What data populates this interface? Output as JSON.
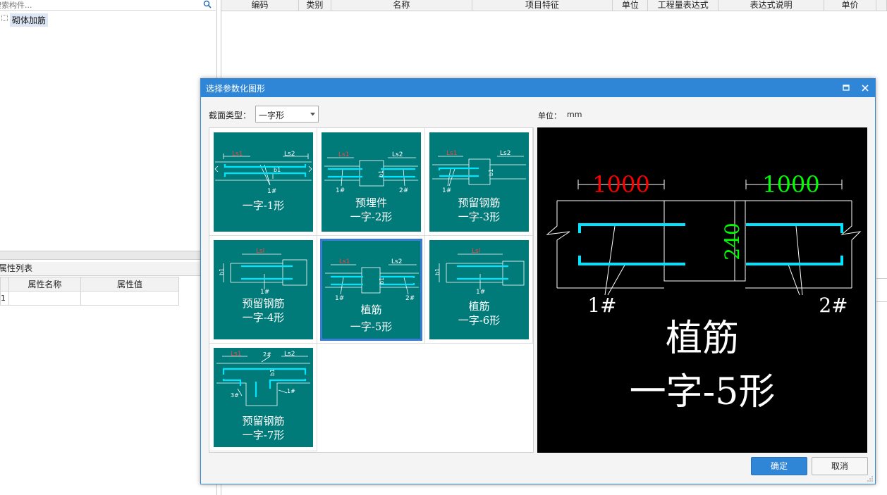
{
  "app": {
    "search": {
      "placeholder": "搜索构件..."
    },
    "tree": {
      "items": [
        {
          "label": "砌体加筋"
        }
      ]
    },
    "props": {
      "title": "属性列表",
      "headers": [
        "属性名称",
        "属性值"
      ],
      "rows": [
        {
          "index": "1",
          "name": "",
          "value": ""
        }
      ]
    },
    "main_table": {
      "headers": [
        "编码",
        "类别",
        "名称",
        "项目特征",
        "单位",
        "工程量表达式",
        "表达式说明",
        "单价"
      ]
    }
  },
  "dialog": {
    "title": "选择参数化图形",
    "section_type_label": "截面类型：",
    "section_type_value": "一字形",
    "unit_label": "单位：",
    "unit_value": "mm",
    "shapes": [
      {
        "line1": "",
        "line2": "一字-1形",
        "selected": false
      },
      {
        "line1": "预埋件",
        "line2": "一字-2形",
        "selected": false
      },
      {
        "line1": "预留钢筋",
        "line2": "一字-3形",
        "selected": false
      },
      {
        "line1": "预留钢筋",
        "line2": "一字-4形",
        "selected": false
      },
      {
        "line1": "植筋",
        "line2": "一字-5形",
        "selected": true
      },
      {
        "line1": "植筋",
        "line2": "一字-6形",
        "selected": false
      },
      {
        "line1": "预留钢筋",
        "line2": "一字-7形",
        "selected": false
      }
    ],
    "preview": {
      "dim_left": "1000",
      "dim_right": "1000",
      "dim_height": "240",
      "bar_left": "1#",
      "bar_right": "2#",
      "caption_line1": "植筋",
      "caption_line2": "一字-5形",
      "colors": {
        "left_dim": "#ff0000",
        "right_dim": "#00ff00",
        "bar": "#00e5ff"
      }
    },
    "ok_label": "确定",
    "cancel_label": "取消"
  }
}
